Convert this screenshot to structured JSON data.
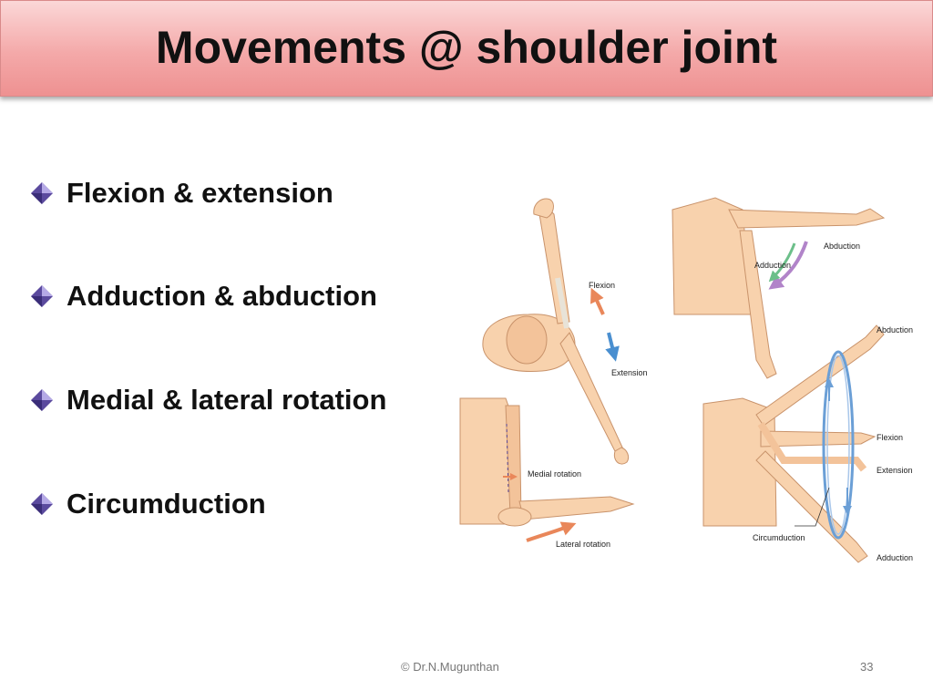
{
  "slide": {
    "title": "Movements @ shoulder joint",
    "bullets": [
      {
        "label": "Flexion & extension",
        "icon": "diamond-bullet-icon"
      },
      {
        "label": "Adduction & abduction",
        "icon": "diamond-bullet-icon"
      },
      {
        "label": "Medial & lateral rotation",
        "icon": "diamond-bullet-icon"
      },
      {
        "label": "Circumduction",
        "icon": "diamond-bullet-icon"
      }
    ],
    "figure": {
      "labels": {
        "flexion": "Flexion",
        "extension": "Extension",
        "abduction_top": "Abduction",
        "adduction_top": "Adduction",
        "medial_rotation": "Medial rotation",
        "lateral_rotation": "Lateral rotation",
        "circ_abduction": "Abduction",
        "circ_flexion": "Flexion",
        "circ_extension": "Extension",
        "circumduction": "Circumduction",
        "circ_adduction": "Adduction"
      }
    },
    "footer": {
      "credit": "© Dr.N.Mugunthan",
      "page": "33"
    }
  },
  "colors": {
    "title_bar": "#f4a9a9",
    "skin": "#f8d2ad",
    "abduction_arrow": "#b184c9",
    "adduction_arrow": "#6cbf8a",
    "flexion_arrow": "#e9875a",
    "extension_arrow": "#4a8fd0",
    "circumduction_ring": "#6b9fd6"
  }
}
